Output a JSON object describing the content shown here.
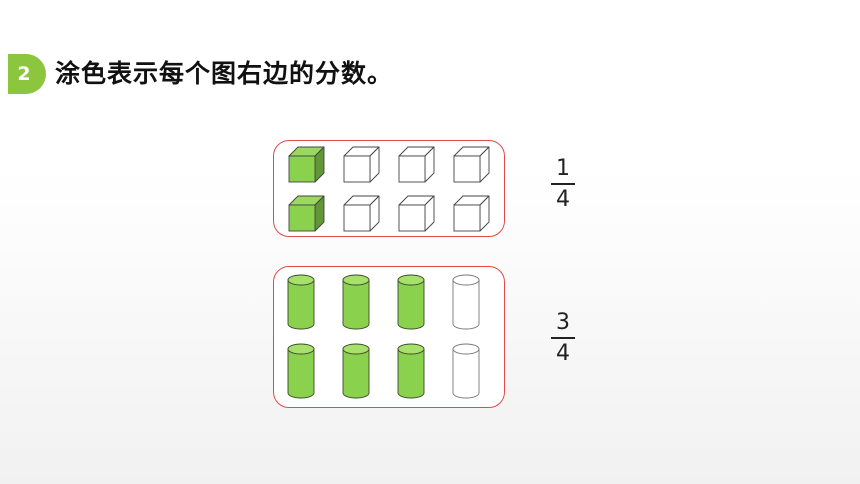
{
  "exercise": {
    "number": "2",
    "instruction": "涂色表示每个图右边的分数。"
  },
  "colors": {
    "badge": "#8cc63f",
    "filled": "#8ad14d",
    "border": "#e04a4a"
  },
  "problems": [
    {
      "shape": "cube",
      "rows": 2,
      "columns": 4,
      "fraction": {
        "numerator": "1",
        "denominator": "4"
      },
      "shaded": [
        true,
        false,
        false,
        false,
        true,
        false,
        false,
        false
      ]
    },
    {
      "shape": "cylinder",
      "rows": 2,
      "columns": 4,
      "fraction": {
        "numerator": "3",
        "denominator": "4"
      },
      "shaded": [
        true,
        true,
        true,
        false,
        true,
        true,
        true,
        false
      ]
    }
  ]
}
